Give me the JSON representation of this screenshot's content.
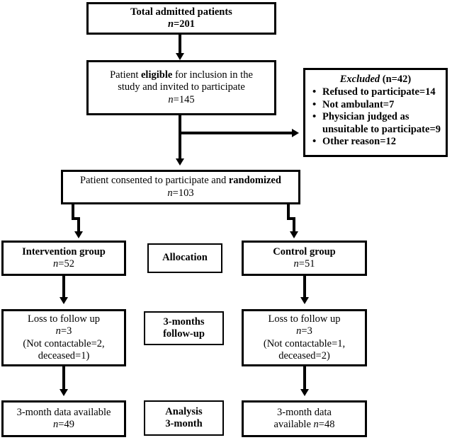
{
  "diagram": {
    "title": "CONSORT participant flow diagram",
    "nodes": {
      "admitted": {
        "line1": "Total admitted patients",
        "line2_n": "n",
        "line2_val": "=201"
      },
      "eligible": {
        "pre": "Patient ",
        "bold": "eligible",
        "post": " for inclusion in the",
        "line2": "study and invited to participate",
        "line3_n": "n",
        "line3_val": "=145"
      },
      "excluded": {
        "title_italic": "Excluded",
        "title_rest": " (n=42)",
        "items": [
          "Refused to participate=14",
          "Not ambulant=7",
          "Physician judged as",
          "unsuitable to participate=9",
          "Other reason=12"
        ],
        "item1": "Refused to participate=14",
        "item2": "Not ambulant=7",
        "item3a": "Physician judged as",
        "item3b": "unsuitable to participate=9",
        "item4": "Other reason=12"
      },
      "randomized": {
        "pre": "Patient consented to participate and ",
        "bold": "randomized",
        "line2_n": "n",
        "line2_val": "=103"
      },
      "intervention_group": {
        "line1": "Intervention group",
        "line2_n": "n",
        "line2_val": "=52"
      },
      "control_group": {
        "line1": "Control group",
        "line2_n": "n",
        "line2_val": "=51"
      },
      "allocation_label": {
        "line1": "Allocation"
      },
      "followup_label": {
        "line1": "3-months",
        "line2": "follow-up"
      },
      "analysis_label": {
        "line1": "Analysis",
        "line2": "3-month"
      },
      "loss_intervention": {
        "line1": "Loss to follow up",
        "line2_n": "n",
        "line2_val": "=3",
        "line3": "(Not contactable=2,",
        "line4": "deceased=1)"
      },
      "loss_control": {
        "line1": "Loss to follow up",
        "line2_n": "n",
        "line2_val": "=3",
        "line3": "(Not contactable=1,",
        "line4": "deceased=2)"
      },
      "data_intervention": {
        "line1": "3-month data available",
        "line2_n": "n",
        "line2_val": "=49"
      },
      "data_control": {
        "line1": "3-month data",
        "line2a": "available ",
        "line2_n": "n",
        "line2_val": "=48"
      }
    },
    "colors": {
      "stroke": "#000000",
      "background": "#ffffff",
      "text": "#000000"
    }
  }
}
